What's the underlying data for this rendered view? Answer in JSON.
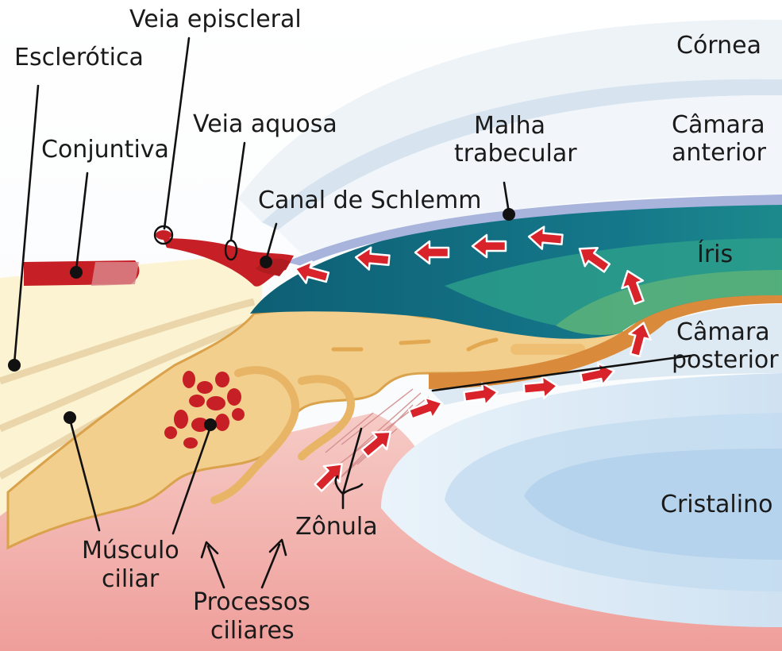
{
  "diagram": {
    "labels": {
      "episcleral_vein": "Veia episcleral",
      "sclera": "Esclerótica",
      "cornea": "Córnea",
      "conjunctiva": "Conjuntiva",
      "aqueous_vein": "Veia aquosa",
      "trabecular_line1": "Malha",
      "trabecular_line2": "trabecular",
      "anterior_chamber_line1": "Câmara",
      "anterior_chamber_line2": "anterior",
      "schlemm_canal": "Canal de Schlemm",
      "iris": "Íris",
      "posterior_chamber_line1": "Câmara",
      "posterior_chamber_line2": "posterior",
      "lens": "Cristalino",
      "zonule": "Zônula",
      "ciliary_muscle_line1": "Músculo",
      "ciliary_muscle_line2": "ciliar",
      "ciliary_processes_line1": "Processos",
      "ciliary_processes_line2": "ciliares"
    },
    "colors": {
      "aqueous_flow_arrow": "#d8232a",
      "iris_dark": "#0f6a7a",
      "iris_light": "#2f9a86",
      "ciliary_body": "#f3cf8e",
      "vessels": "#c61f25",
      "lens": "#bcd8ee",
      "sclera": "#fbf3d2",
      "ciliary_tissue": "#f1b3ad"
    }
  }
}
